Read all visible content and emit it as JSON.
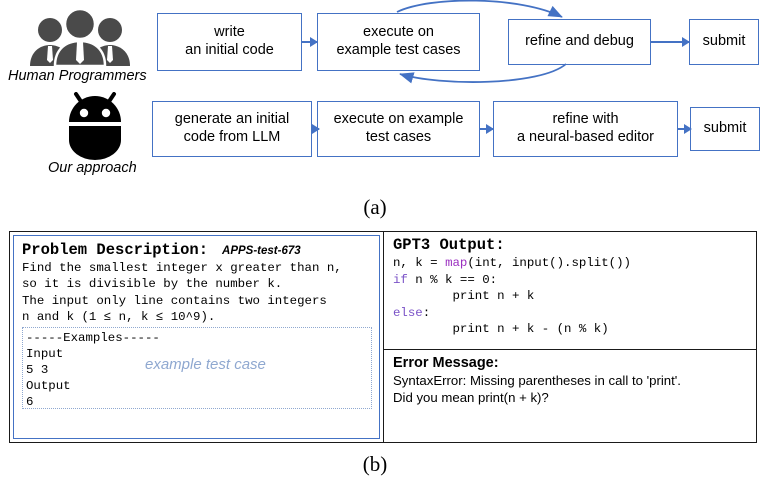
{
  "figure": {
    "caption_a": "(a)",
    "caption_b": "(b)"
  },
  "panel_a": {
    "rows": [
      {
        "role_label": "Human Programmers",
        "icon": "people-icon",
        "boxes": [
          {
            "line1": "write",
            "line2": "an initial code"
          },
          {
            "line1": "execute on",
            "line2": "example test cases"
          },
          {
            "line1": "refine and debug",
            "line2": ""
          },
          {
            "line1": "submit",
            "line2": ""
          }
        ]
      },
      {
        "role_label": "Our approach",
        "icon": "android-icon",
        "boxes": [
          {
            "line1": "generate an initial",
            "line2": "code from LLM"
          },
          {
            "line1": "execute on example",
            "line2": "test cases"
          },
          {
            "line1": "refine with",
            "line2": "a neural-based editor"
          },
          {
            "line1": "submit",
            "line2": ""
          }
        ]
      }
    ],
    "colors": {
      "box_border": "#4472C4",
      "arrow": "#4472C4",
      "people_icon": "#4a4a4a",
      "android_icon": "#000000"
    }
  },
  "panel_b": {
    "problem": {
      "heading": "Problem Description:",
      "id": "APPS-test-673",
      "statement": "Find the smallest integer x greater than n,\nso it is divisible by the number k.\nThe input only line contains two integers\nn and k (1 ≤ n, k ≤ 10^9).",
      "example_block": "-----Examples-----\nInput\n5 3\nOutput\n6",
      "example_annotation": "example test case"
    },
    "gpt_output": {
      "heading": "GPT3 Output:",
      "code_lines": [
        {
          "segments": [
            {
              "t": "n, k = ",
              "c": "plain"
            },
            {
              "t": "map",
              "c": "fn"
            },
            {
              "t": "(int, input().split())",
              "c": "plain"
            }
          ]
        },
        {
          "segments": [
            {
              "t": "if",
              "c": "kw"
            },
            {
              "t": " n % k == 0:",
              "c": "plain"
            }
          ]
        },
        {
          "segments": [
            {
              "t": "        print n + k",
              "c": "plain"
            }
          ]
        },
        {
          "segments": [
            {
              "t": "else",
              "c": "kw"
            },
            {
              "t": ":",
              "c": "plain"
            }
          ]
        },
        {
          "segments": [
            {
              "t": "        print n + k - (n % k)",
              "c": "plain"
            }
          ]
        }
      ]
    },
    "error": {
      "heading": "Error Message:",
      "line1": "SyntaxError: Missing parentheses in call to 'print'.",
      "line2": "Did you mean print(n + k)?"
    },
    "colors": {
      "panel_border": "#1a1a1a",
      "problem_inner_border": "#4472C4",
      "example_border": "#8FA8D0",
      "example_label": "#8FA8D0",
      "keyword": "#7A52C7",
      "function": "#9B30C0"
    }
  }
}
